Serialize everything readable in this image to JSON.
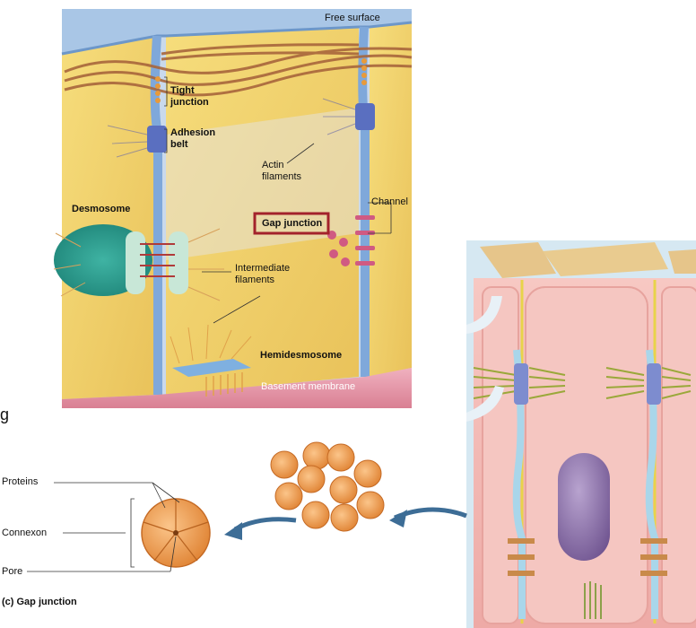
{
  "labels": {
    "free_surface": "Free surface",
    "tight_junction": [
      "Tight",
      "junction"
    ],
    "adhesion_belt": [
      "Adhesion",
      "belt"
    ],
    "actin_filaments": [
      "Actin",
      "filaments"
    ],
    "desmosome": "Desmosome",
    "channel": "Channel",
    "gap_junction_highlight": "Gap junction",
    "intermediate_filaments": [
      "Intermediate",
      "filaments"
    ],
    "hemidesmosome": "Hemidesmosome",
    "basement_membrane": "Basement membrane",
    "edge_fragment": "g",
    "proteins": "Proteins",
    "connexon": "Connexon",
    "pore": "Pore",
    "caption": "(c) Gap junction"
  },
  "colors": {
    "cytoplasm": "#f2d36b",
    "membrane_blue": "#8fb5e0",
    "basement": "#e9a0b0",
    "highlight_box": "#a3222b",
    "connexon_orange": "#f0a559",
    "cell_pink": "#f3b9b6",
    "nucleus": "#8a6fa8"
  }
}
